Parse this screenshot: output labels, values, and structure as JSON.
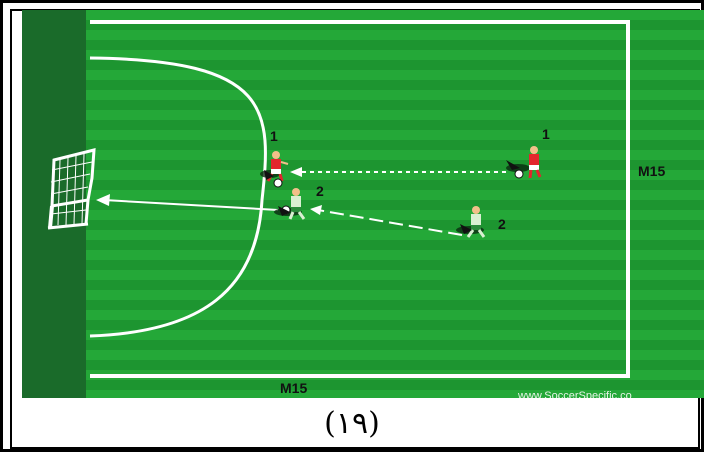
{
  "diagram": {
    "players": [
      {
        "team": "red",
        "label": "1",
        "id": "player-red-1-left"
      },
      {
        "team": "red",
        "label": "1",
        "id": "player-red-1-right"
      },
      {
        "team": "white",
        "label": "2",
        "id": "player-white-2-left"
      },
      {
        "team": "white",
        "label": "2",
        "id": "player-white-2-right"
      }
    ],
    "side_label": "M15",
    "bottom_label": "M15",
    "watermark": "www.SoccerSpecific.co"
  },
  "caption": "(١٩)",
  "colors": {
    "grass_light": "#23a336",
    "grass_dark": "#1b8f2d",
    "grass_band": "#1a6b2a",
    "line": "#ffffff",
    "red_shirt": "#e3262d",
    "white_shirt": "#d9f0d2"
  }
}
